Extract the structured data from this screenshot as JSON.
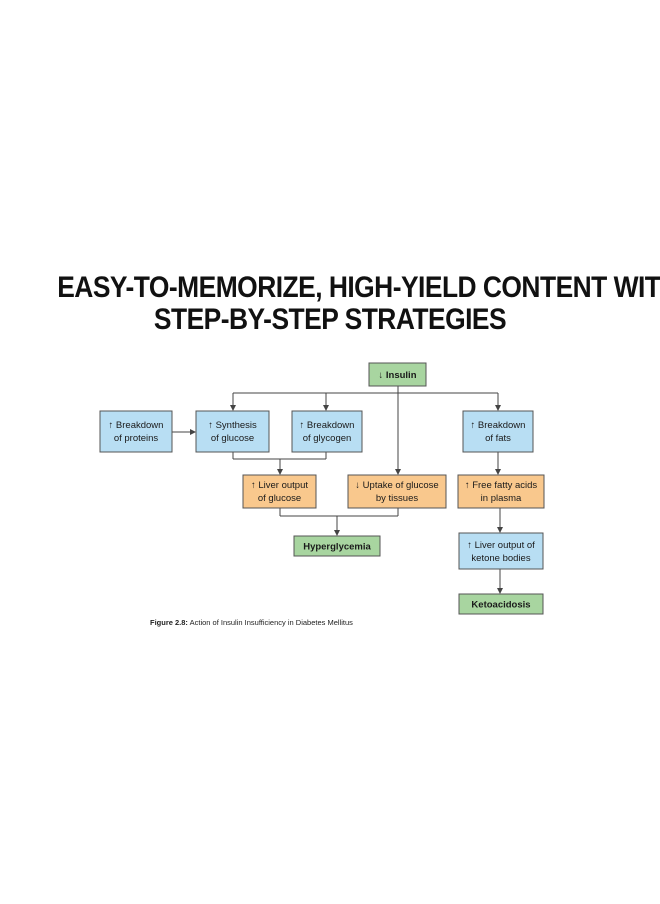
{
  "headline": {
    "line1": "EASY-TO-MEMORIZE, HIGH-YIELD CONTENT WITH",
    "line2": "STEP-BY-STEP STRATEGIES"
  },
  "colors": {
    "blue_box": "#b8def3",
    "orange_box": "#f9c88d",
    "green_box": "#a8d5a0",
    "border": "#555555",
    "arrow": "#444444"
  },
  "diagram": {
    "insulin": "↓ Insulin",
    "breakdown_proteins": [
      "↑ Breakdown",
      "of proteins"
    ],
    "synthesis_glucose": [
      "↑ Synthesis",
      "of glucose"
    ],
    "breakdown_glycogen": [
      "↑ Breakdown",
      "of glycogen"
    ],
    "breakdown_fats": [
      "↑ Breakdown",
      "of fats"
    ],
    "liver_output_glucose": [
      "↑ Liver output",
      "of glucose"
    ],
    "uptake_glucose": [
      "↓ Uptake of glucose",
      "by tissues"
    ],
    "free_fatty_acids": [
      "↑ Free fatty acids",
      "in plasma"
    ],
    "hyperglycemia": "Hyperglycemia",
    "liver_output_ketone": [
      "↑ Liver output of",
      "ketone bodies"
    ],
    "ketoacidosis": "Ketoacidosis"
  },
  "caption": {
    "label": "Figure 2.8:",
    "text": " Action of Insulin Insufficiency in Diabetes Mellitus"
  }
}
